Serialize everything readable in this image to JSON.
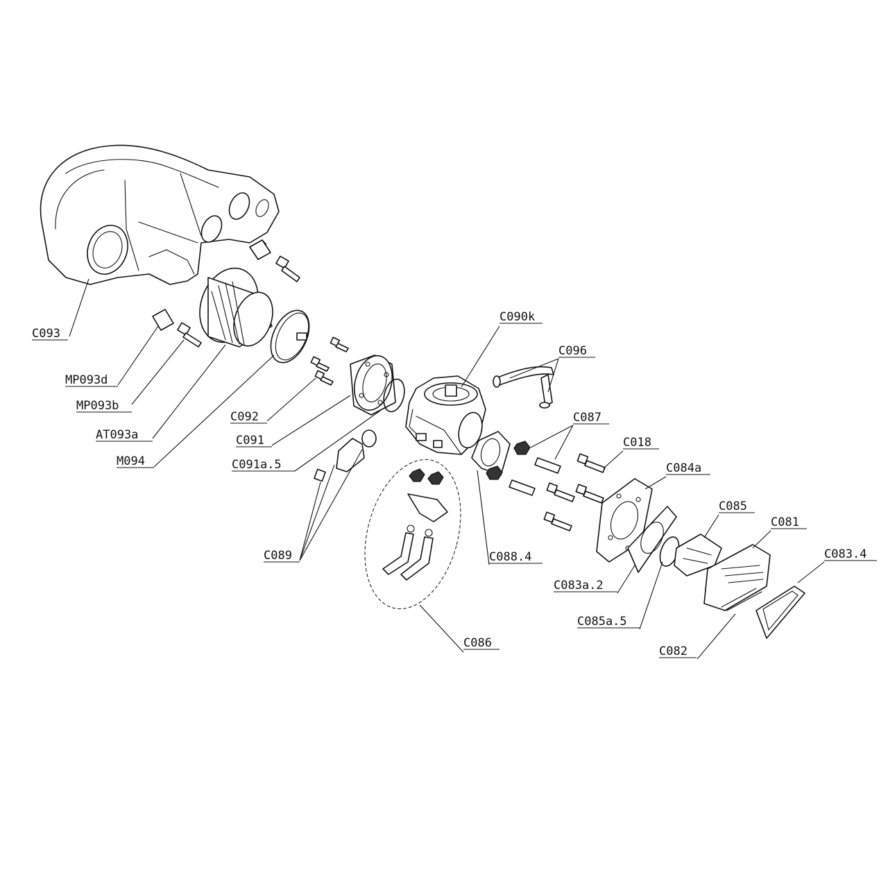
{
  "labels": {
    "C093": "C093",
    "MP093d": "MP093d",
    "MP093b": "MP093b",
    "AT093a": "AT093a",
    "M094": "M094",
    "C092": "C092",
    "C091": "C091",
    "C091a5": "C091a.5",
    "C089": "C089",
    "C090k": "C090k",
    "C096": "C096",
    "C087": "C087",
    "C018": "C018",
    "C084a": "C084a",
    "C085": "C085",
    "C081": "C081",
    "C0834": "C083.4",
    "C0884": "C088.4",
    "C083a2": "C083a.2",
    "C085a5": "C085a.5",
    "C082": "C082",
    "C086": "C086"
  },
  "colors": {
    "line": "#111111",
    "background": "#ffffff"
  }
}
